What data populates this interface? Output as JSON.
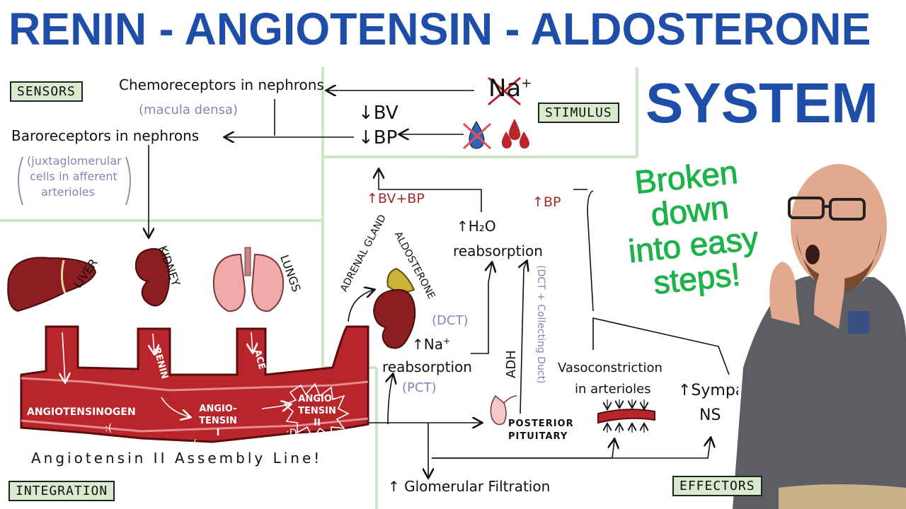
{
  "title": {
    "line1": "RENIN - ANGIOTENSIN - ALDOSTERONE",
    "line2": "SYSTEM"
  },
  "sections": {
    "sensors": "SENSORS",
    "stimulus": "STIMULUS",
    "integration": "INTEGRATION",
    "effectors": "EFFECTORS"
  },
  "sensors": {
    "chemo": "Chemoreceptors in nephrons",
    "chemo_note": "(macula densa)",
    "baro": "Baroreceptors in nephrons",
    "baro_note_1": "(juxtaglomerular",
    "baro_note_2": "cells in afferent",
    "baro_note_3": "arterioles"
  },
  "stimulus": {
    "na": "Na",
    "na_sup": "+",
    "bv": "↓BV",
    "bp": "↓BP"
  },
  "organs": {
    "liver": "LIVER",
    "kidney": "KIDNEY",
    "lungs": "LUNGS",
    "adrenal": "ADRENAL GLAND",
    "aldosterone": "ALDOSTERONE"
  },
  "vessel": {
    "angiotensinogen": "ANGIOTENSINOGEN",
    "renin": "RENIN",
    "ace": "ACE",
    "ang1_a": "ANGIO-",
    "ang1_b": "TENSIN",
    "ang1_c": "I",
    "ang2_a": "ANGIO-",
    "ang2_b": "TENSIN",
    "ang2_c": "II",
    "assembly": "Angiotensin II Assembly Line!"
  },
  "effects": {
    "bvbp": "↑BV+BP",
    "bp": "↑BP",
    "h2o": "↑H₂O",
    "h2o_reab": "reabsorption",
    "dct": "(DCT)",
    "na": "↑Na",
    "na_sup": "+",
    "na_reab": "reabsorption",
    "pct": "(PCT)",
    "adh": "ADH",
    "dct_cd": "(DCT + Collecting Duct)",
    "pituitary_1": "POSTERIOR",
    "pituitary_2": "PITUITARY",
    "vaso_1": "Vasoconstriction",
    "vaso_2": "in arterioles",
    "symp_1": "↑Sympathetic",
    "symp_2": "NS",
    "gfr": "↑ Glomerular Filtration"
  },
  "callout": {
    "line1": "Broken",
    "line2": "down",
    "line3": "into easy",
    "line4": "steps!"
  },
  "colors": {
    "title_blue": "#1f4ea8",
    "callout_green": "#1db24a",
    "vessel_red": "#b8262b",
    "section_green": "#d8ebcf",
    "annotation_purple": "#8f7fb8"
  }
}
